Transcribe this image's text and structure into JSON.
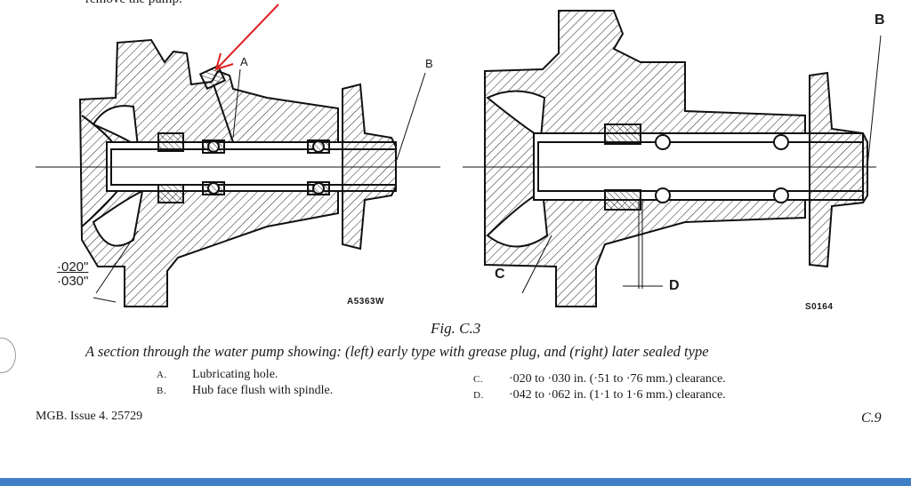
{
  "header_fragment": "remove the pump.",
  "figure": {
    "number": "Fig. C.3",
    "caption": "A section through  the water pump showing: (left) early type with grease plug, and (right) later sealed type",
    "left_drawing": {
      "code": "A5363W",
      "callout_a": "A",
      "callout_b": "B",
      "clearance_top": "·020\"",
      "clearance_bottom": "·030\""
    },
    "right_drawing": {
      "code": "S0164",
      "callout_b": "B",
      "callout_c": "C",
      "callout_d": "D"
    },
    "annotation_color": "#e02020"
  },
  "legend": {
    "left": [
      {
        "letter": "A.",
        "text": "Lubricating hole."
      },
      {
        "letter": "B.",
        "text": "Hub face flush with spindle."
      }
    ],
    "right": [
      {
        "letter": "C.",
        "text": "·020 to ·030 in. (·51 to ·76 mm.) clearance."
      },
      {
        "letter": "D.",
        "text": "·042 to ·062 in. (1·1 to 1·6 mm.) clearance."
      }
    ]
  },
  "footer": {
    "text": "MGB.   Issue 4.   25729",
    "page": "C.9"
  }
}
